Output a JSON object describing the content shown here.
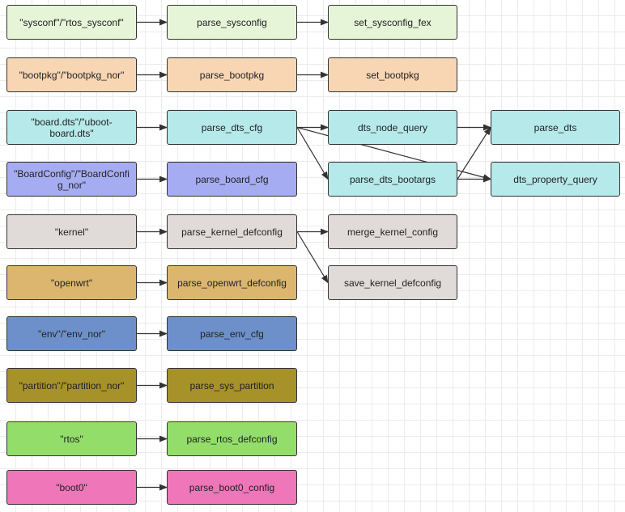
{
  "colors": {
    "sysconfig": "#e6f5d8",
    "bootpkg": "#f8d6b4",
    "dts": "#b6e9ea",
    "boardcfg": "#a6acf2",
    "kernel": "#e0dbd8",
    "openwrt": "#dcb66f",
    "env": "#6d90cb",
    "partition": "#a69229",
    "rtos": "#93de6a",
    "boot0": "#ef76b8"
  },
  "nodes": {
    "sysconf_key": "\"sysconf\"/\"rtos_sysconf\"",
    "parse_sysconfig": "parse_sysconfig",
    "set_sysconfig_fex": "set_sysconfig_fex",
    "bootpkg_key": "\"bootpkg\"/\"bootpkg_nor\"",
    "parse_bootpkg": "parse_bootpkg",
    "set_bootpkg": "set_bootpkg",
    "dts_key": "\"board.dts\"/\"uboot-board.dts\"",
    "parse_dts_cfg": "parse_dts_cfg",
    "dts_node_query": "dts_node_query",
    "parse_dts": "parse_dts",
    "parse_dts_bootargs": "parse_dts_bootargs",
    "dts_property_query": "dts_property_query",
    "boardconfig_key": "\"BoardConfig\"/\"BoardConfig_nor\"",
    "parse_board_cfg": "parse_board_cfg",
    "kernel_key": "\"kernel\"",
    "parse_kernel_defconfig": "parse_kernel_defconfig",
    "merge_kernel_config": "merge_kernel_config",
    "save_kernel_defconfig": "save_kernel_defconfig",
    "openwrt_key": "\"openwrt\"",
    "parse_openwrt_defconfig": "parse_openwrt_defconfig",
    "env_key": "\"env\"/\"env_nor\"",
    "parse_env_cfg": "parse_env_cfg",
    "partition_key": "\"partition\"/\"partition_nor\"",
    "parse_sys_partition": "parse_sys_partition",
    "rtos_key": "\"rtos\"",
    "parse_rtos_defconfig": "parse_rtos_defconfig",
    "boot0_key": "\"boot0\"",
    "parse_boot0_config": "parse_boot0_config"
  },
  "edges": [
    [
      "sysconf_key",
      "parse_sysconfig"
    ],
    [
      "parse_sysconfig",
      "set_sysconfig_fex"
    ],
    [
      "bootpkg_key",
      "parse_bootpkg"
    ],
    [
      "parse_bootpkg",
      "set_bootpkg"
    ],
    [
      "dts_key",
      "parse_dts_cfg"
    ],
    [
      "parse_dts_cfg",
      "dts_node_query"
    ],
    [
      "parse_dts_cfg",
      "parse_dts_bootargs"
    ],
    [
      "parse_dts_cfg",
      "dts_property_query"
    ],
    [
      "dts_node_query",
      "parse_dts"
    ],
    [
      "parse_dts_bootargs",
      "parse_dts"
    ],
    [
      "parse_dts_bootargs",
      "dts_property_query"
    ],
    [
      "boardconfig_key",
      "parse_board_cfg"
    ],
    [
      "kernel_key",
      "parse_kernel_defconfig"
    ],
    [
      "parse_kernel_defconfig",
      "merge_kernel_config"
    ],
    [
      "parse_kernel_defconfig",
      "save_kernel_defconfig"
    ],
    [
      "openwrt_key",
      "parse_openwrt_defconfig"
    ],
    [
      "env_key",
      "parse_env_cfg"
    ],
    [
      "partition_key",
      "parse_sys_partition"
    ],
    [
      "rtos_key",
      "parse_rtos_defconfig"
    ],
    [
      "boot0_key",
      "parse_boot0_config"
    ]
  ]
}
